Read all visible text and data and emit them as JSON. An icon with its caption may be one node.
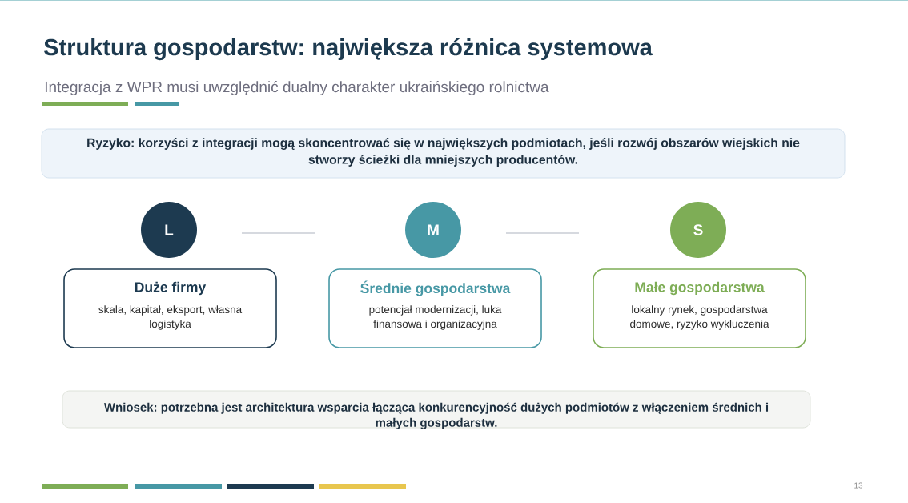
{
  "diagram": {
    "title": "Struktura gospodarstw: największa różnica systemowa",
    "nodes": [
      {
        "text": [
          "Ryzyko: korzyści z integracji mogą skoncentrować się w największych podmiotach, jeśli rozwój obszarów wiejskich nie stworzy ścieżki dla mniejszych producentów."
        ]
      },
      {
        "text": [
          "L"
        ]
      },
      {
        "text": [
          "M"
        ]
      },
      {
        "text": [
          "S"
        ]
      },
      {
        "text": [
          "Duże firmy",
          "skala, kapitał, eksport, własna logistyka"
        ]
      },
      {
        "text": [
          "Średnie gospodarstwa",
          "potencjał modernizacji, luka finansowa i organizacyjna"
        ]
      },
      {
        "text": [
          "Małe gospodarstwa",
          "lokalny rynek, gospodarstwa domowe, ryzyko wykluczenia"
        ]
      },
      {
        "text": [
          "Wniosek: potrzebna jest architektura wsparcia łącząca konkurencyjność dużych podmiotów z włączeniem średnich i małych gospodarstw."
        ]
      }
    ],
    "labels": [
      "Integracja z WPR musi uwzględnić dualny charakter ukraińskiego rolnictwa",
      "13"
    ]
  }
}
